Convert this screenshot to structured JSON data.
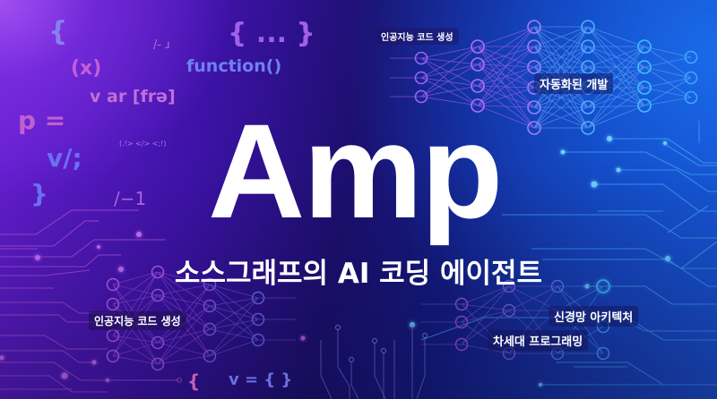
{
  "hero": {
    "title": "Amp",
    "subtitle": "소스그래프의 AI 코딩 에이전트"
  },
  "labels": {
    "top_ai_codegen": "인공지능 코드 생성",
    "automated_dev": "자동화된 개발",
    "bottom_ai_codegen": "인공지능 코드 생성",
    "neural_architecture": "신경망 아키텍처",
    "next_gen_programming": "차세대 프로그래밍"
  },
  "code_snippets": {
    "brace_open": "{",
    "ellipsis_braces": "{ ... }",
    "comment_slash": "/- ɹ",
    "x_param": "(x)",
    "function_call": "function()",
    "var_array": "v ar [frə]",
    "p_equals": "p =",
    "tags": "(.!> </> <;!)",
    "v_semicolon": "v/;",
    "brace_close": "}",
    "minus_one": "/−1",
    "bottom_brace": "{",
    "v_object": "v = { }"
  },
  "colors": {
    "purple_glow": "#a04ff0",
    "deep_navy": "#1c0f6e",
    "blue_glow": "#1a6ae8",
    "circuit_purple": "#c060f0",
    "circuit_blue": "#3aa8ff",
    "code_pink": "#c070d8",
    "code_blue": "#7a7ff0"
  }
}
